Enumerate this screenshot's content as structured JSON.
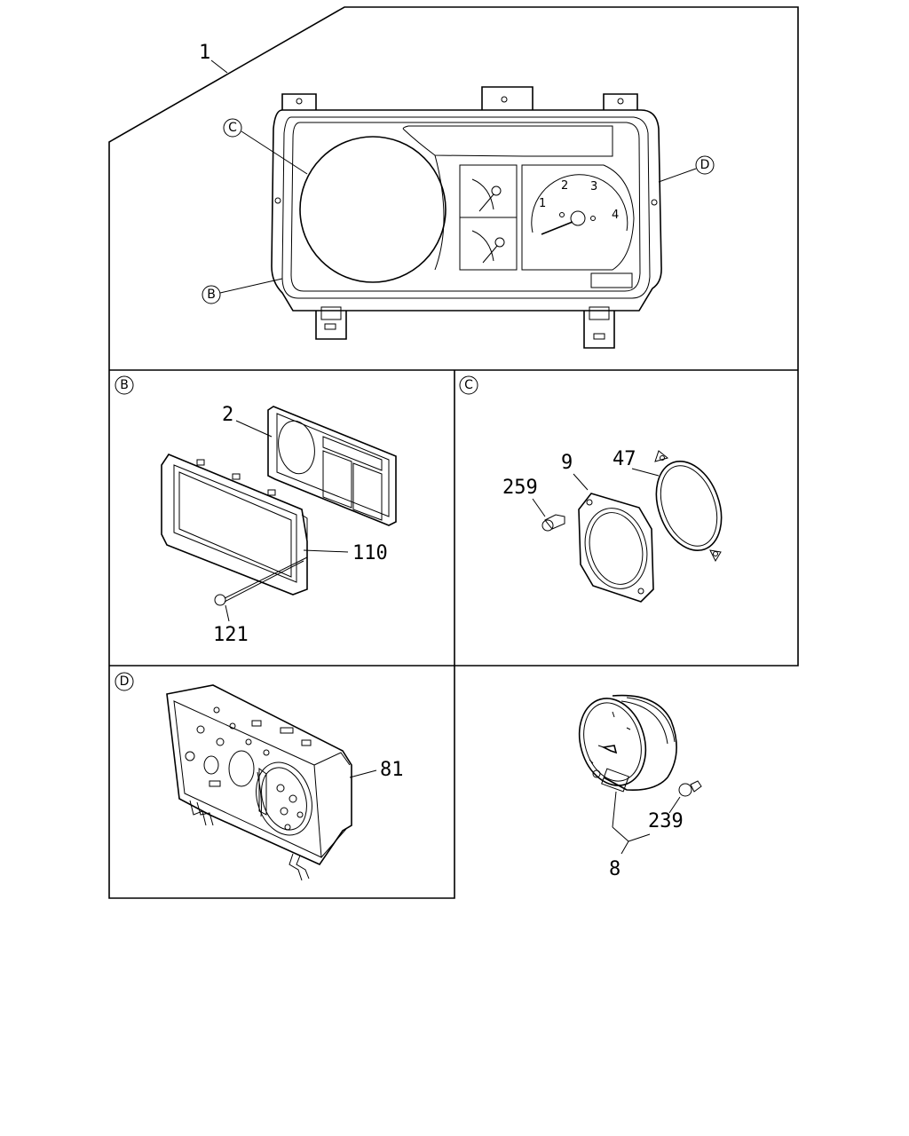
{
  "main_view": {
    "part_label": "1",
    "callouts": {
      "b": "B",
      "c": "C",
      "d": "D"
    },
    "gauge_ticks": [
      "1",
      "2",
      "3",
      "4"
    ]
  },
  "detail_b": {
    "heading": "B",
    "parts": {
      "bezel": "2",
      "lens": "110",
      "screw": "121"
    }
  },
  "detail_c": {
    "heading": "C",
    "parts": {
      "screw": "259",
      "plate": "9",
      "gasket": "47"
    }
  },
  "detail_d": {
    "heading": "D",
    "parts": {
      "circuit_board": "81"
    }
  },
  "gauge_view": {
    "parts": {
      "bulb": "239",
      "gauge": "8"
    }
  }
}
